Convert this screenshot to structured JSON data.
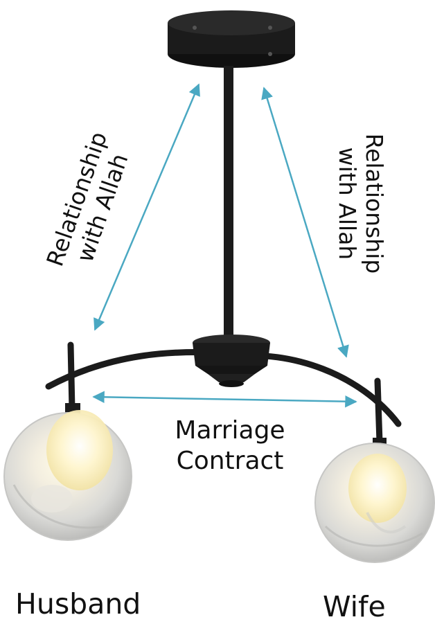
{
  "labels": {
    "relationship_left": [
      "Relationship",
      "with Allah"
    ],
    "relationship_right": [
      "Relationship",
      "with Allah"
    ],
    "marriage_contract": [
      "Marriage",
      "Contract"
    ],
    "husband": "Husband",
    "wife": "Wife"
  },
  "colors": {
    "arrow": "#4aa8c2",
    "fixture": "#1b1b1b",
    "text": "#111111"
  },
  "icons": {
    "lamp": "pendant-lamp-icon",
    "left_bulb": "glass-globe-bulb-icon",
    "right_bulb": "glass-globe-bulb-icon"
  }
}
